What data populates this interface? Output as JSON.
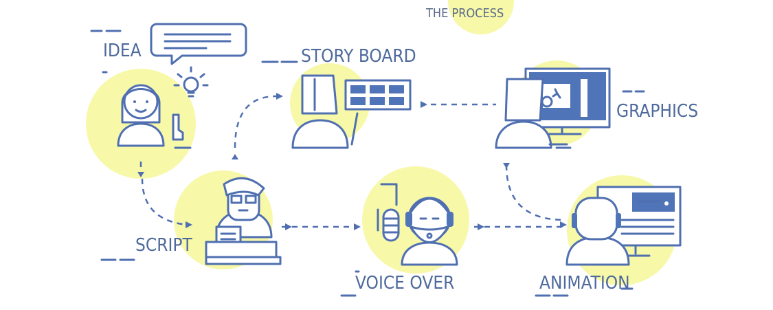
{
  "title": "THE PROCESS",
  "steps": [
    {
      "label": "IDEA"
    },
    {
      "label": "STORY BOARD"
    },
    {
      "label": "GRAPHICS"
    },
    {
      "label": "SCRIPT"
    },
    {
      "label": "VOICE OVER"
    },
    {
      "label": "ANIMATION"
    }
  ],
  "colors": {
    "stroke": "#4f6fb0",
    "highlight": "#f7f8a8",
    "screen": "#4f74b8"
  }
}
